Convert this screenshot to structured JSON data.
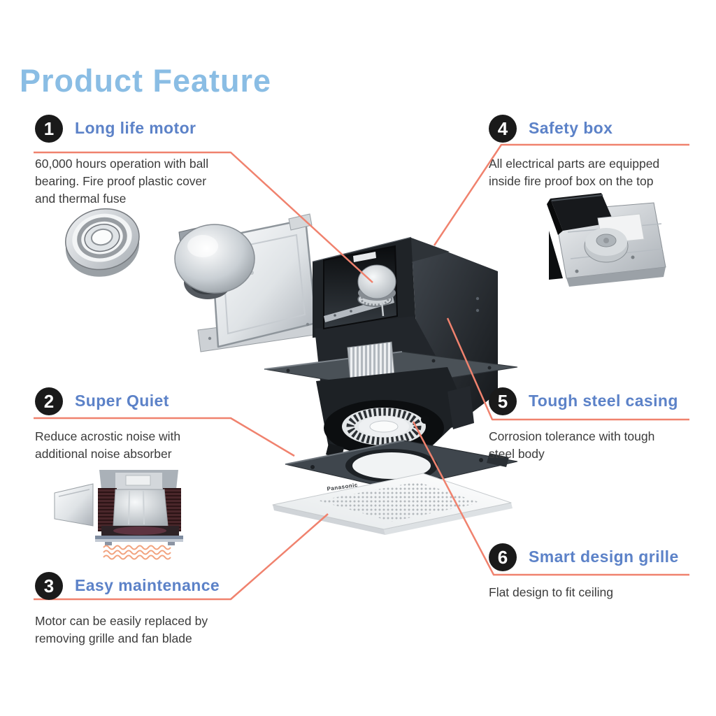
{
  "title": "Product Feature",
  "features": [
    {
      "number": "1",
      "heading": "Long life motor",
      "body": "60,000 hours operation with ball\nbearing. Fire proof plastic cover\nand thermal fuse"
    },
    {
      "number": "2",
      "heading": "Super Quiet",
      "body": "Reduce acrostic noise with\nadditional noise absorber"
    },
    {
      "number": "3",
      "heading": "Easy maintenance",
      "body": "Motor can be easily replaced by\nremoving grille and fan blade"
    },
    {
      "number": "4",
      "heading": "Safety box",
      "body": "All electrical parts are equipped\ninside fire proof box on the top"
    },
    {
      "number": "5",
      "heading": "Tough steel casing",
      "body": "Corrosion tolerance with tough\nsteel body"
    },
    {
      "number": "6",
      "heading": "Smart design grille",
      "body": "Flat design to fit ceiling"
    }
  ],
  "product": {
    "grille_logo": "Panasonic"
  },
  "colors": {
    "title_blue": "#8abde4",
    "heading_blue": "#5c82c8",
    "leader_line_red": "#f0826e",
    "badge_black": "#1a1a1a",
    "body_text": "#3b3b3b",
    "background": "#ffffff"
  }
}
